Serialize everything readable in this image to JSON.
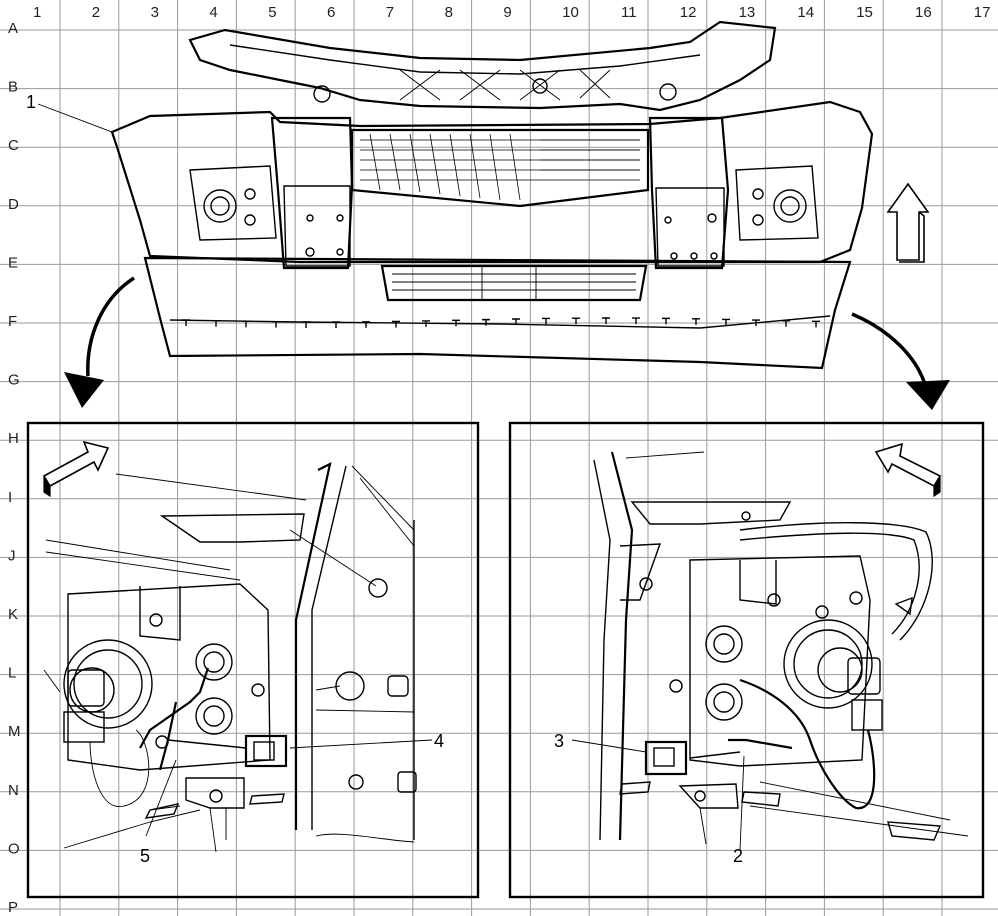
{
  "grid": {
    "columns": [
      "1",
      "2",
      "3",
      "4",
      "5",
      "6",
      "7",
      "8",
      "9",
      "10",
      "11",
      "12",
      "13",
      "14",
      "15",
      "16",
      "17"
    ],
    "rows": [
      "A",
      "B",
      "C",
      "D",
      "E",
      "F",
      "G",
      "H",
      "I",
      "J",
      "K",
      "L",
      "M",
      "N",
      "O",
      "P"
    ]
  },
  "callouts": {
    "c1": "1",
    "c2": "2",
    "c3": "3",
    "c4": "4",
    "c5": "5"
  },
  "icons": {
    "arrow_top": "up-arrow-icon",
    "arrow_left_detail": "diagonal-arrow-icon",
    "arrow_right_detail": "diagonal-arrow-icon",
    "curved_left": "curved-arrow-icon",
    "curved_right": "curved-arrow-icon"
  }
}
